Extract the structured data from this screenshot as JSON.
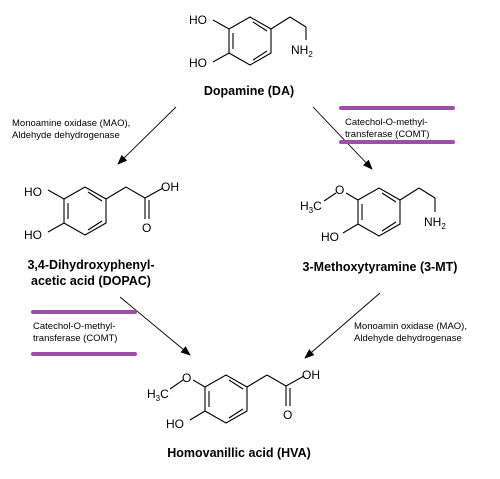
{
  "colors": {
    "highlight": "#9b4fa8",
    "ink": "#000000",
    "background": "#ffffff"
  },
  "atoms": {
    "ho": "HO",
    "oh": "OH",
    "nh": "NH",
    "h": "H",
    "two": "2",
    "three": "3",
    "c": "C",
    "o": "O"
  },
  "compounds": {
    "dopamine": "Dopamine (DA)",
    "dopac_line1": "3,4-Dihydroxyphenyl-",
    "dopac_line2": "acetic acid (DOPAC)",
    "mt": "3-Methoxytyramine (3-MT)",
    "hva": "Homovanillic acid (HVA)"
  },
  "enzymes": {
    "mao_1": "Monoamine oxidase (MAO),",
    "mao_2": "Aldehyde dehydrogenase",
    "comt_top_1": "Catechol-O-methyl-",
    "comt_top_2": "transferase (COMT)",
    "comt_left_1": "Catechol-O-methyl-",
    "comt_left_2": "transferase (COMT)",
    "mao_b_1": "Monoamin oxidase (MAO),",
    "mao_b_2": "Aldehyde dehydrogenase"
  }
}
